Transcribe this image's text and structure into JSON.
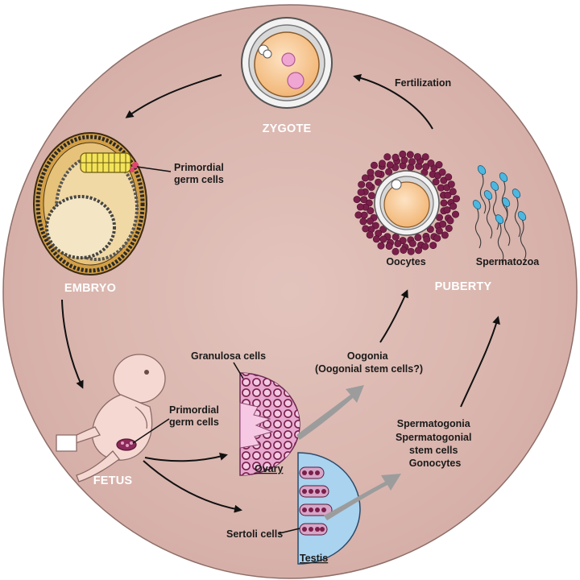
{
  "stages": {
    "zygote": "ZYGOTE",
    "embryo": "EMBRYO",
    "fetus": "FETUS",
    "puberty": "PUBERTY"
  },
  "labels": {
    "fertilization": "Fertilization",
    "pgc_embryo": [
      "Primordial",
      "germ cells"
    ],
    "oocytes": "Oocytes",
    "spermatozoa": "Spermatozoa",
    "granulosa": "Granulosa cells",
    "oogonia": [
      "Oogonia",
      "(Oogonial stem cells?)"
    ],
    "pgc_fetus": [
      "Primordial",
      "germ cells"
    ],
    "ovary": "Ovary",
    "spermatogonia": [
      "Spermatogonia",
      "Spermatogonial",
      "stem cells",
      "Gonocytes"
    ],
    "sertoli": "Sertoli cells",
    "testis": "Testis"
  },
  "colors": {
    "background_circle": "#dcbab3",
    "stage_text": "#ffffff",
    "oocyte_yolk": "#f7c89a",
    "granulosa": "#7a1f4a",
    "ovary_fill": "#e7a9cf",
    "testis_fill": "#a9d3ef",
    "sperm_head": "#4cb8e0",
    "embryo_outer": "#d4a046",
    "pgc_yellow": "#f3e35a",
    "fetus_skin": "#f6d8d2",
    "gray_arrow": "#9c9c9c"
  }
}
